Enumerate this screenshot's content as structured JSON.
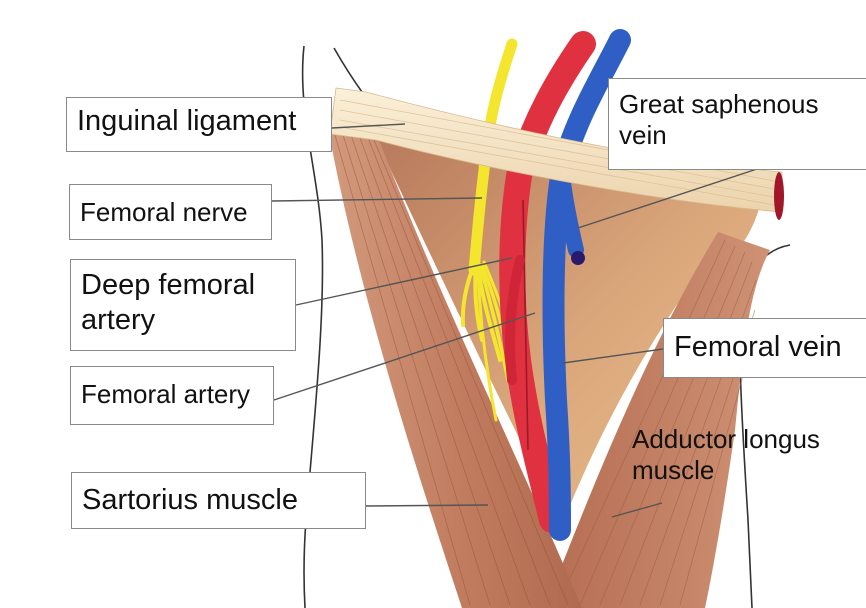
{
  "labels": {
    "inguinal_ligament": "Inguinal ligament",
    "femoral_nerve": "Femoral nerve",
    "deep_femoral_artery_line1": "Deep femoral",
    "deep_femoral_artery_line2": "artery",
    "femoral_artery": "Femoral artery",
    "sartorius_muscle": "Sartorius muscle",
    "great_saphenous_vein_line1": "Great saphenous",
    "great_saphenous_vein_line2": "vein",
    "femoral_vein": "Femoral vein",
    "adductor_longus_line1": "Adductor longus",
    "adductor_longus_line2": "muscle"
  },
  "colors": {
    "nerve": "#f4e62e",
    "artery": "#e03141",
    "vein": "#2f5fc4",
    "muscle": "#c9866a",
    "triangle_floor": "#d9a77a",
    "ligament": "#f5e3c2",
    "outline": "#333333"
  }
}
